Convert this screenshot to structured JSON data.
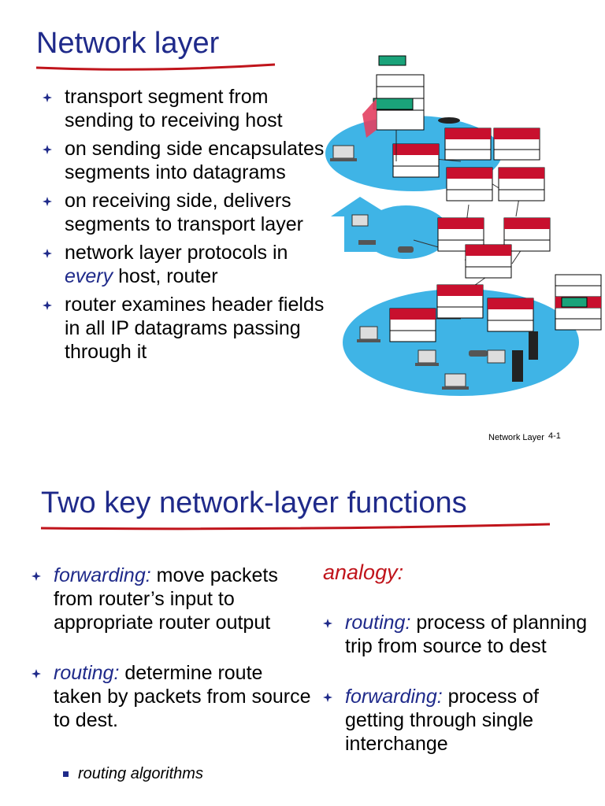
{
  "slide1": {
    "title": "Network layer",
    "bullets": [
      {
        "text": "transport segment from sending to receiving host"
      },
      {
        "text": "on sending side encapsulates segments into datagrams"
      },
      {
        "text": "on receiving side, delivers segments to transport layer"
      },
      {
        "pre": "network layer protocols in ",
        "em": "every",
        "post": " host, router"
      },
      {
        "text": "router examines header fields in all IP datagrams passing through it"
      }
    ],
    "footer": "Network Layer",
    "page": "4-1"
  },
  "slide2": {
    "title": "Two key network-layer functions",
    "left_bullets": [
      {
        "em": "forwarding:",
        "text": " move packets from router’s input to appropriate router output"
      },
      {
        "em": "routing:",
        "text": " determine route taken by packets from source to dest."
      }
    ],
    "sub_bullet": "routing algorithms",
    "analogy": "analogy:",
    "right_bullets": [
      {
        "em": "routing:",
        "text": " process of planning trip from source to dest"
      },
      {
        "em": "forwarding:",
        "text": " process of getting through single interchange"
      }
    ]
  },
  "colors": {
    "title": "#1f2a8a",
    "underline": "#c0141b",
    "bullet": "#1f2a8a",
    "cloud": "#3fb4e6",
    "stack_red": "#c8102e",
    "stack_green": "#1aa37a"
  }
}
